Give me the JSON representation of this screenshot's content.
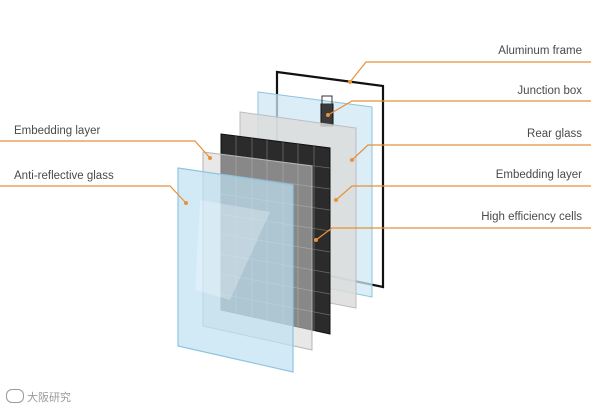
{
  "labels": {
    "aluminum_frame": "Aluminum frame",
    "junction_box": "Junction box",
    "rear_glass": "Rear glass",
    "embedding_layer_right": "Embedding layer",
    "high_efficiency_cells": "High efficiency cells",
    "embedding_layer_left": "Embedding layer",
    "anti_reflective_glass": "Anti-reflective glass"
  },
  "watermark": "大阪研究",
  "colors": {
    "leader_line": "#e8913a",
    "glass": "#bfe1f2",
    "glass_edge": "#8fc5df",
    "embedding": "#dcdcdc",
    "cell": "#2a2a2a",
    "frame": "#111111"
  }
}
